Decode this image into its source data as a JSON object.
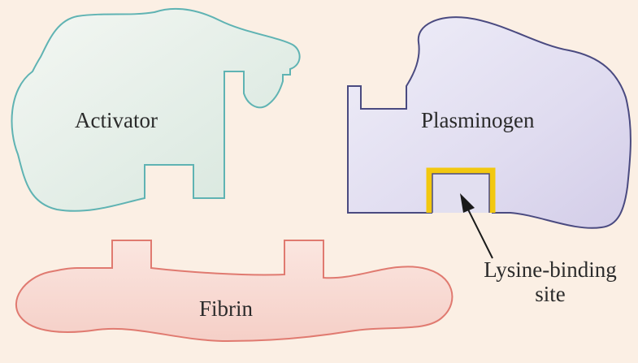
{
  "labels": {
    "activator": "Activator",
    "plasminogen": "Plasminogen",
    "fibrin": "Fibrin",
    "lysine_line1": "Lysine-binding",
    "lysine_line2": "site"
  },
  "colors": {
    "background": "#fbefe4",
    "activator_stroke": "#5fb3b3",
    "activator_fill": "#e4eee8",
    "plasminogen_stroke": "#4a4a80",
    "plasminogen_fill": "#e2dff0",
    "fibrin_stroke": "#e07a70",
    "fibrin_fill": "#f8d9d3",
    "binding_site": "#f2c80f",
    "arrow": "#1a1a1a"
  }
}
